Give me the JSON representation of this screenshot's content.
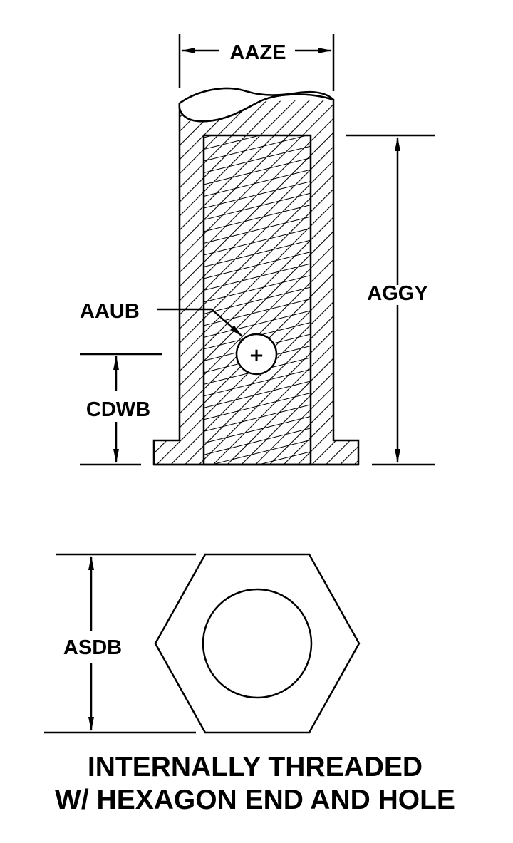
{
  "dimensions": {
    "top_width": "AAZE",
    "overall_height": "AGGY",
    "hole_diameter": "AAUB",
    "hole_height": "CDWB",
    "hex_across_flats": "ASDB"
  },
  "hole_center_symbol": "+",
  "caption": {
    "line1": "INTERNALLY THREADED",
    "line2": "W/ HEXAGON END AND HOLE"
  },
  "colors": {
    "ink": "#000000",
    "paper": "#ffffff"
  }
}
